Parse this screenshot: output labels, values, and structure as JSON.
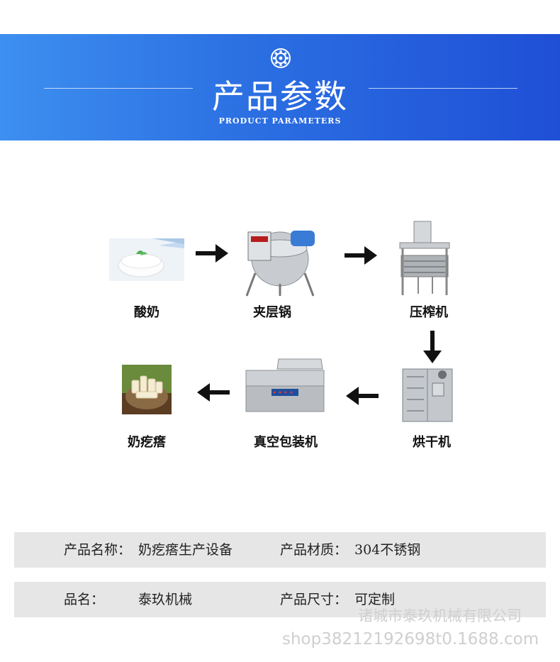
{
  "header": {
    "title": "产品参数",
    "subtitle": "PRODUCT PARAMETERS",
    "icon": "gear-icon"
  },
  "process": {
    "steps": [
      {
        "label": "酸奶",
        "icon": "yogurt-image"
      },
      {
        "label": "夹层锅",
        "icon": "jacketed-kettle-image"
      },
      {
        "label": "压榨机",
        "icon": "press-machine-image"
      },
      {
        "label": "烘干机",
        "icon": "drying-oven-image"
      },
      {
        "label": "真空包装机",
        "icon": "vacuum-packer-image"
      },
      {
        "label": "奶疙瘩",
        "icon": "milk-curd-image"
      }
    ]
  },
  "specs": {
    "row1": {
      "k1": "产品名称：",
      "v1": "奶疙瘩生产设备",
      "k2": "产品材质：",
      "v2": "304不锈钢"
    },
    "row2": {
      "k1": "品名：",
      "v1": "泰玖机械",
      "k2": "产品尺寸：",
      "v2": "可定制"
    }
  },
  "watermark": {
    "company": "诸城市泰玖机械有限公司",
    "url": "shop382121926​98t0.1688.com"
  },
  "colors": {
    "banner_start": "#3d8ff0",
    "banner_end": "#1f4fd6",
    "row_bg": "#e6e6e6"
  }
}
